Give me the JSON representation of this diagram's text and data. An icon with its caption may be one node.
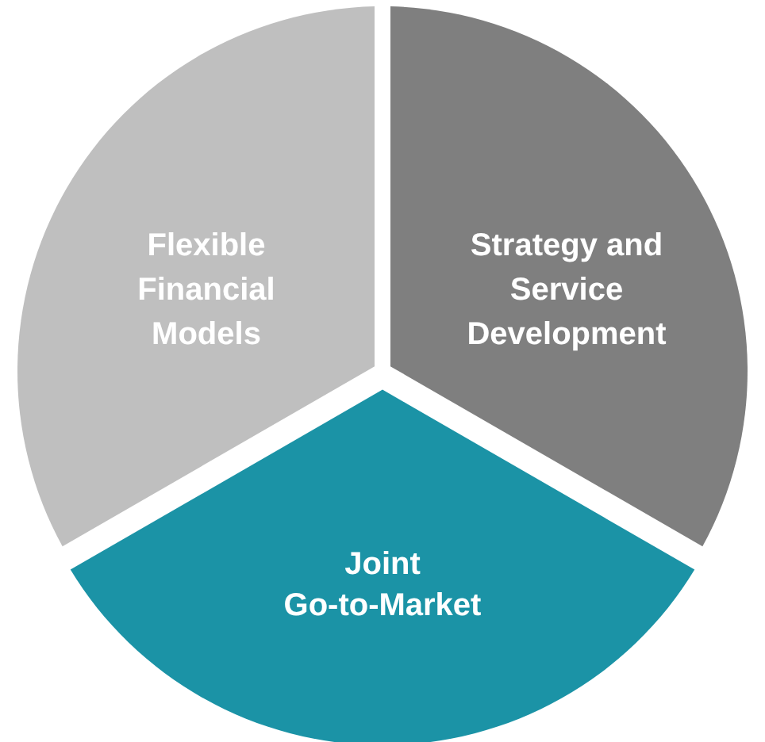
{
  "diagram": {
    "nodes": [
      {
        "text": [
          "Flexible Financial Models"
        ]
      },
      {
        "text": [
          "Strategy and Service Development"
        ]
      },
      {
        "text": [
          "Joint Go-to-Market"
        ]
      }
    ]
  }
}
